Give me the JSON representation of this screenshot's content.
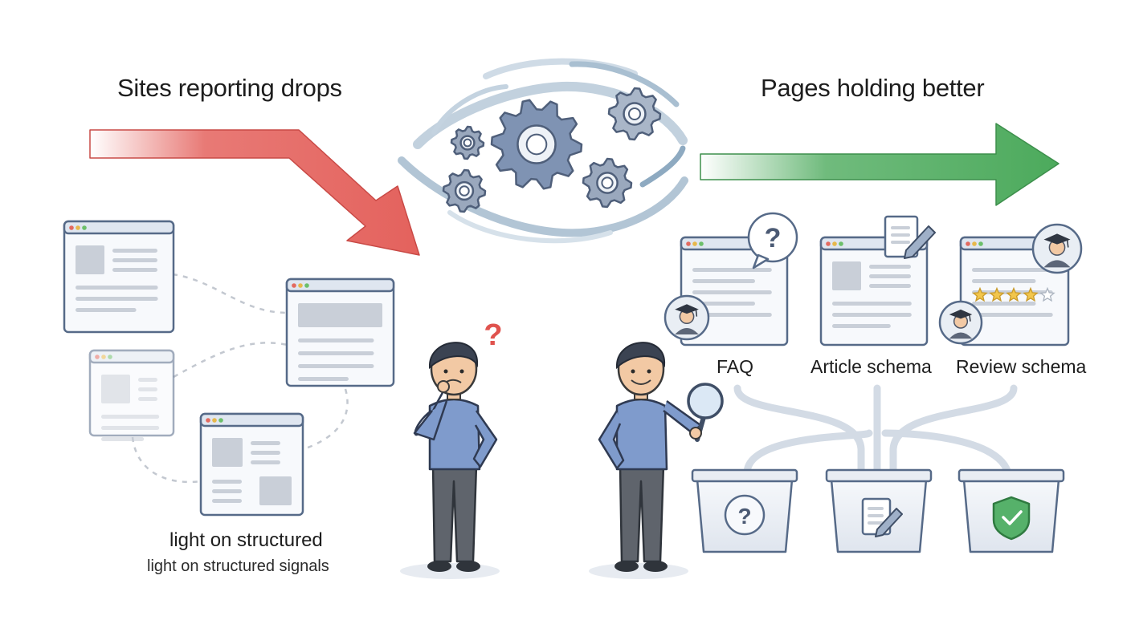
{
  "headings": {
    "left": "Sites reporting drops",
    "right": "Pages holding better"
  },
  "left_caption": {
    "main": "light on structured",
    "sub": "light on structured signals"
  },
  "schema_labels": [
    "FAQ",
    "Article schema",
    "Review schema"
  ],
  "review_rating": {
    "stars_filled": 4,
    "stars_total": 5
  },
  "icons": {
    "drop_arrow": "red-down-arrow-icon",
    "rise_arrow": "green-right-arrow-icon",
    "storm": "gear-storm-icon",
    "question": "question-mark-icon",
    "magnifier": "magnifier-icon",
    "faq_bubble": "question-bubble-icon",
    "document": "document-pencil-icon",
    "expert": "graduate-avatar-icon",
    "shield": "shield-check-icon"
  },
  "colors": {
    "drop": "#e4625d",
    "rise": "#4caa5c",
    "frame": "#566a88",
    "shirt": "#7f9bcc",
    "pants": "#5f646c",
    "skin": "#f2c9a4",
    "hair": "#3b4352"
  }
}
